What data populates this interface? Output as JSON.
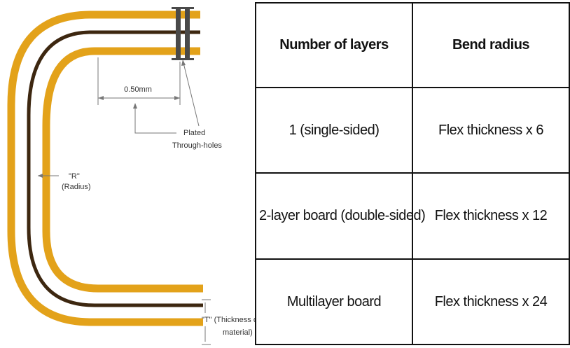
{
  "diagram": {
    "dimension_label": "0.50mm",
    "via_label_line1": "Plated",
    "via_label_line2": "Through-holes",
    "radius_label_line1": "\"R\"",
    "radius_label_line2": "(Radius)",
    "thickness_label_line1": "\"T\" (Thickness of",
    "thickness_label_line2": "material)",
    "colors": {
      "copper": "#e3a21a",
      "core": "#3d2710",
      "via": "#4a4a4a",
      "dimension_line": "#777777"
    }
  },
  "table": {
    "headers": [
      "Number of layers",
      "Bend radius"
    ],
    "rows": [
      [
        "1 (single-sided)",
        "Flex thickness x 6"
      ],
      [
        "2-layer board (double-sided)",
        "Flex thickness x 12"
      ],
      [
        "Multilayer board",
        "Flex thickness x 24"
      ]
    ]
  }
}
